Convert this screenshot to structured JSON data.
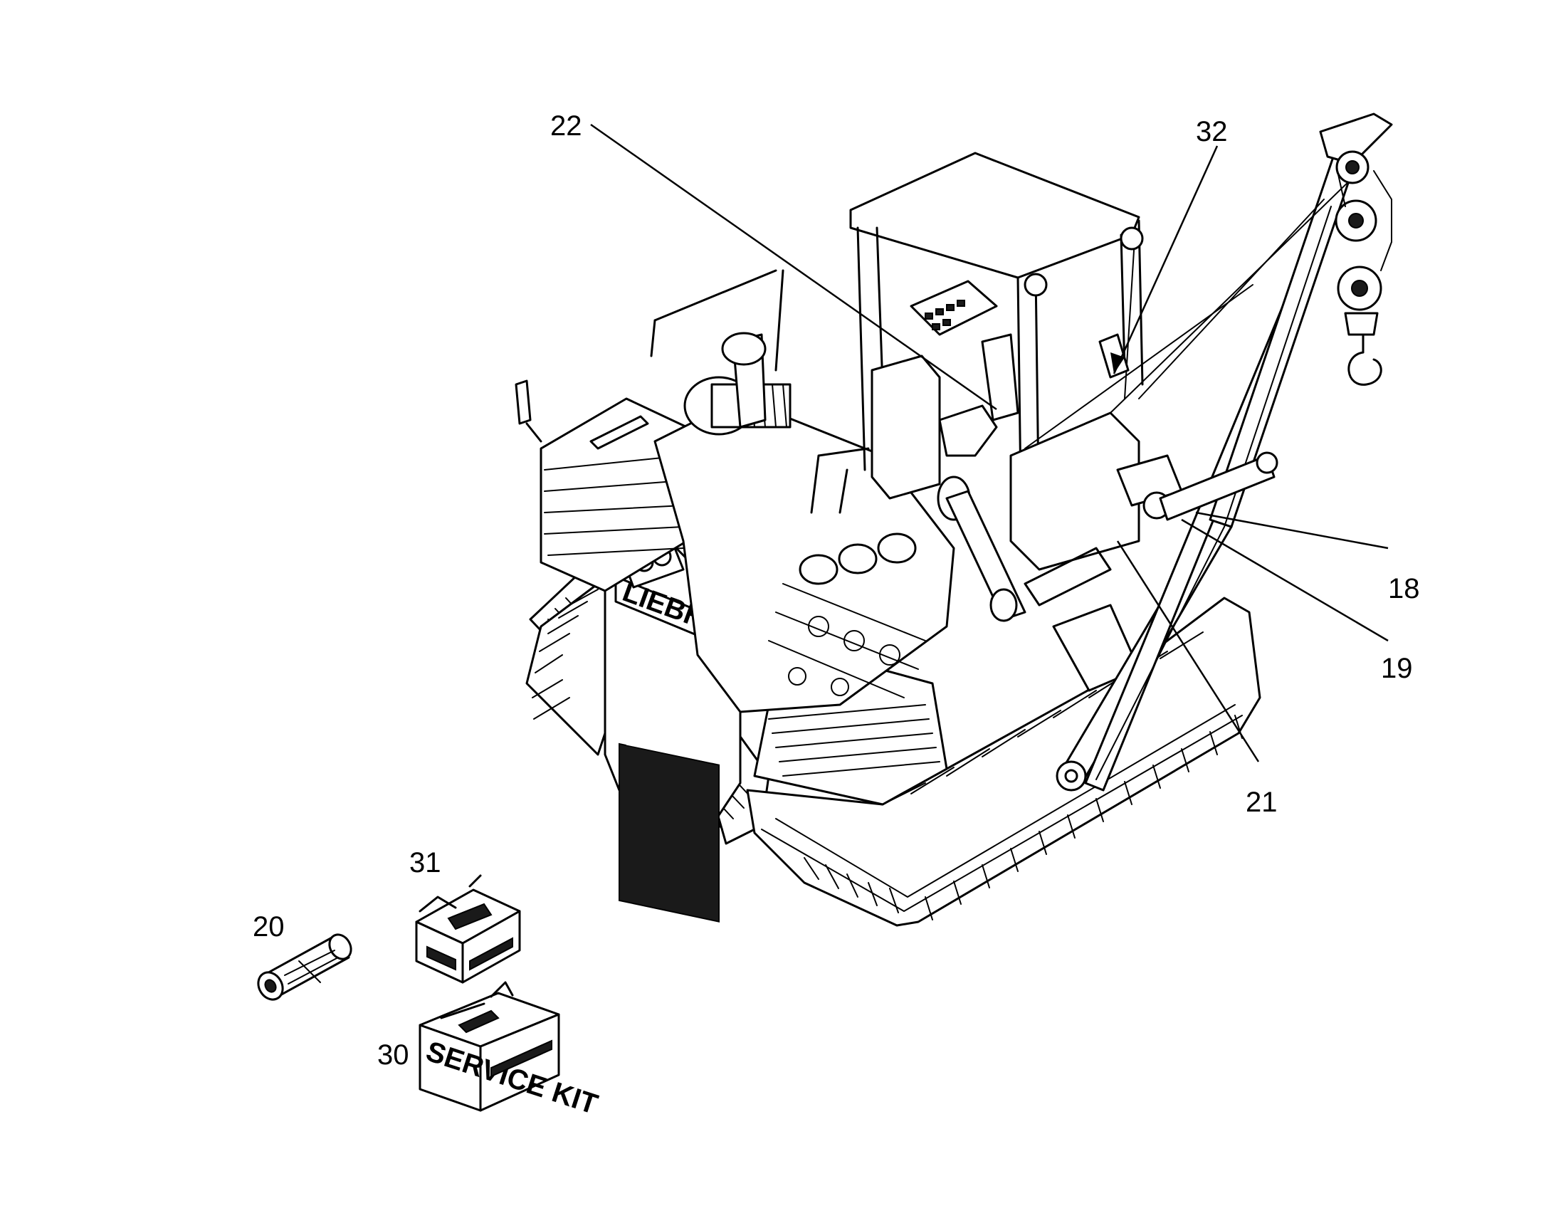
{
  "callouts": [
    {
      "id": "c22",
      "label": "22"
    },
    {
      "id": "c32",
      "label": "32"
    },
    {
      "id": "c18",
      "label": "18"
    },
    {
      "id": "c19",
      "label": "19"
    },
    {
      "id": "c21",
      "label": "21"
    },
    {
      "id": "c31",
      "label": "31"
    },
    {
      "id": "c20",
      "label": "20"
    },
    {
      "id": "c30",
      "label": "30"
    }
  ],
  "machine": {
    "brand_text": "LIEBHERR"
  },
  "boxes": {
    "large_box_text": "SERVICE KIT"
  }
}
